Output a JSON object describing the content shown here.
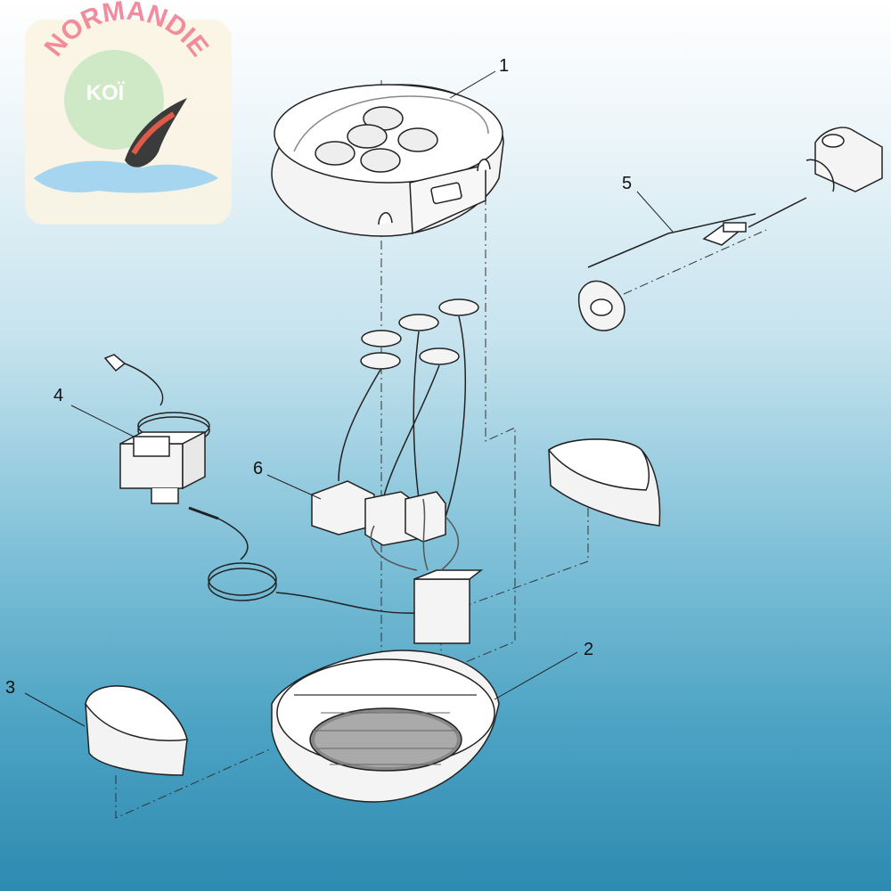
{
  "logo": {
    "brand": "NORMANDIE",
    "sub": "KOÏ",
    "colors": {
      "text": "#f28b9d",
      "circle": "#c9e6c0",
      "water": "#9fd3ee"
    }
  },
  "callouts": [
    "1",
    "2",
    "3",
    "4",
    "5",
    "6"
  ],
  "colors": {
    "line": "#222222",
    "part_fill": "#ffffff",
    "part_shade": "#e8e8e8"
  }
}
